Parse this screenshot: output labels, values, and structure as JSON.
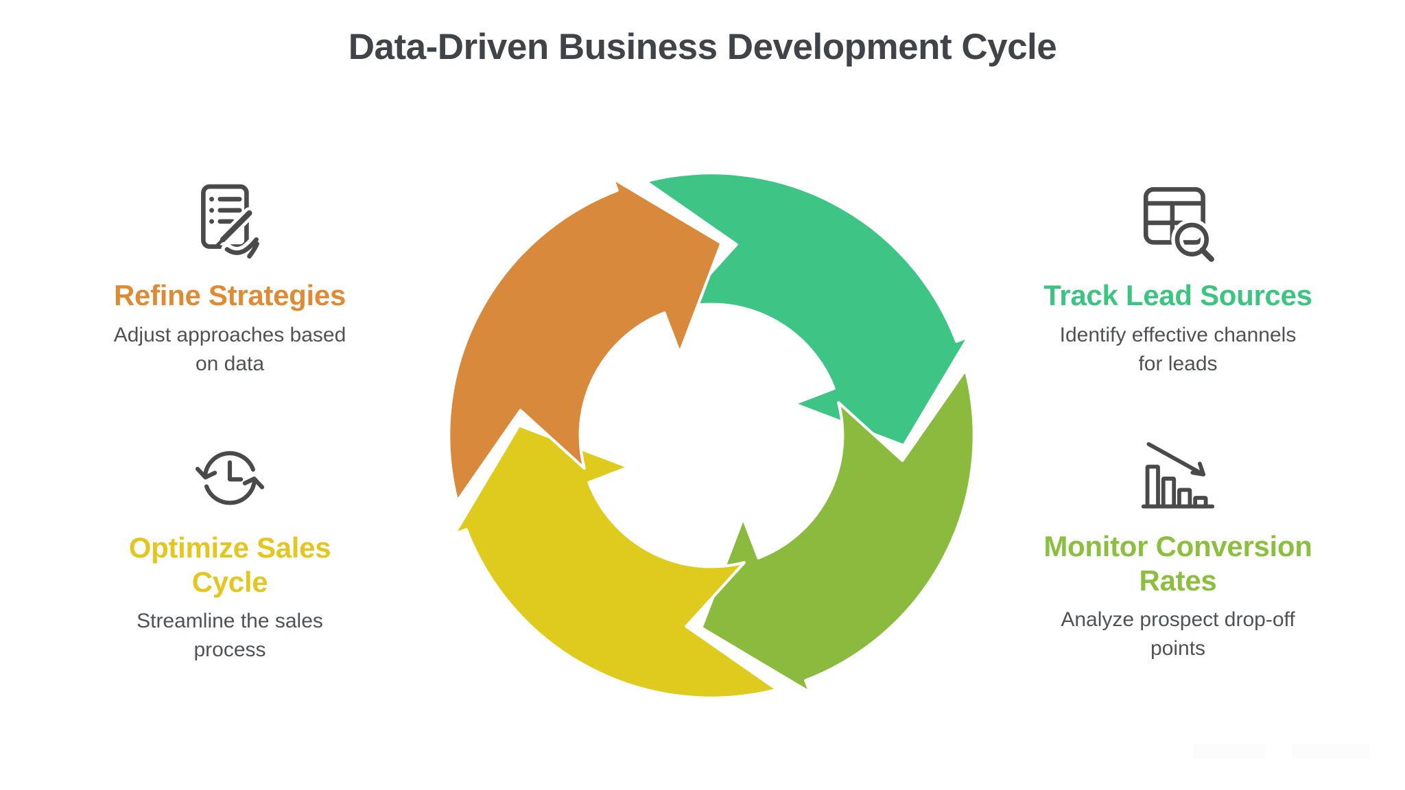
{
  "title": "Data-Driven Business Development Cycle",
  "title_color": "#404448",
  "background": "#FFFFFF",
  "text_color": "#4E5257",
  "icon_color": "#4A4A4A",
  "steps": [
    {
      "heading": "Refine Strategies",
      "description": "Adjust approaches based on data",
      "color": "#DF8B36",
      "icon": "document-pen-icon",
      "position": "top-left"
    },
    {
      "heading": "Track Lead Sources",
      "description": "Identify effective channels for leads",
      "color": "#3DC481",
      "icon": "table-search-icon",
      "position": "top-right"
    },
    {
      "heading": "Optimize Sales Cycle",
      "description": "Streamline the sales process",
      "color": "#E3C620",
      "icon": "sync-clock-icon",
      "position": "bottom-left"
    },
    {
      "heading": "Monitor Conversion Rates",
      "description": "Analyze prospect drop-off points",
      "color": "#8CBE40",
      "icon": "declining-bar-chart-icon",
      "position": "bottom-right"
    }
  ],
  "cycle": {
    "direction": "clockwise",
    "segments": [
      {
        "position": "top-right",
        "color": "#3EC484"
      },
      {
        "position": "bottom-right",
        "color": "#8ABB3E"
      },
      {
        "position": "bottom-left",
        "color": "#DECB1E"
      },
      {
        "position": "top-left",
        "color": "#D9893B"
      }
    ]
  }
}
